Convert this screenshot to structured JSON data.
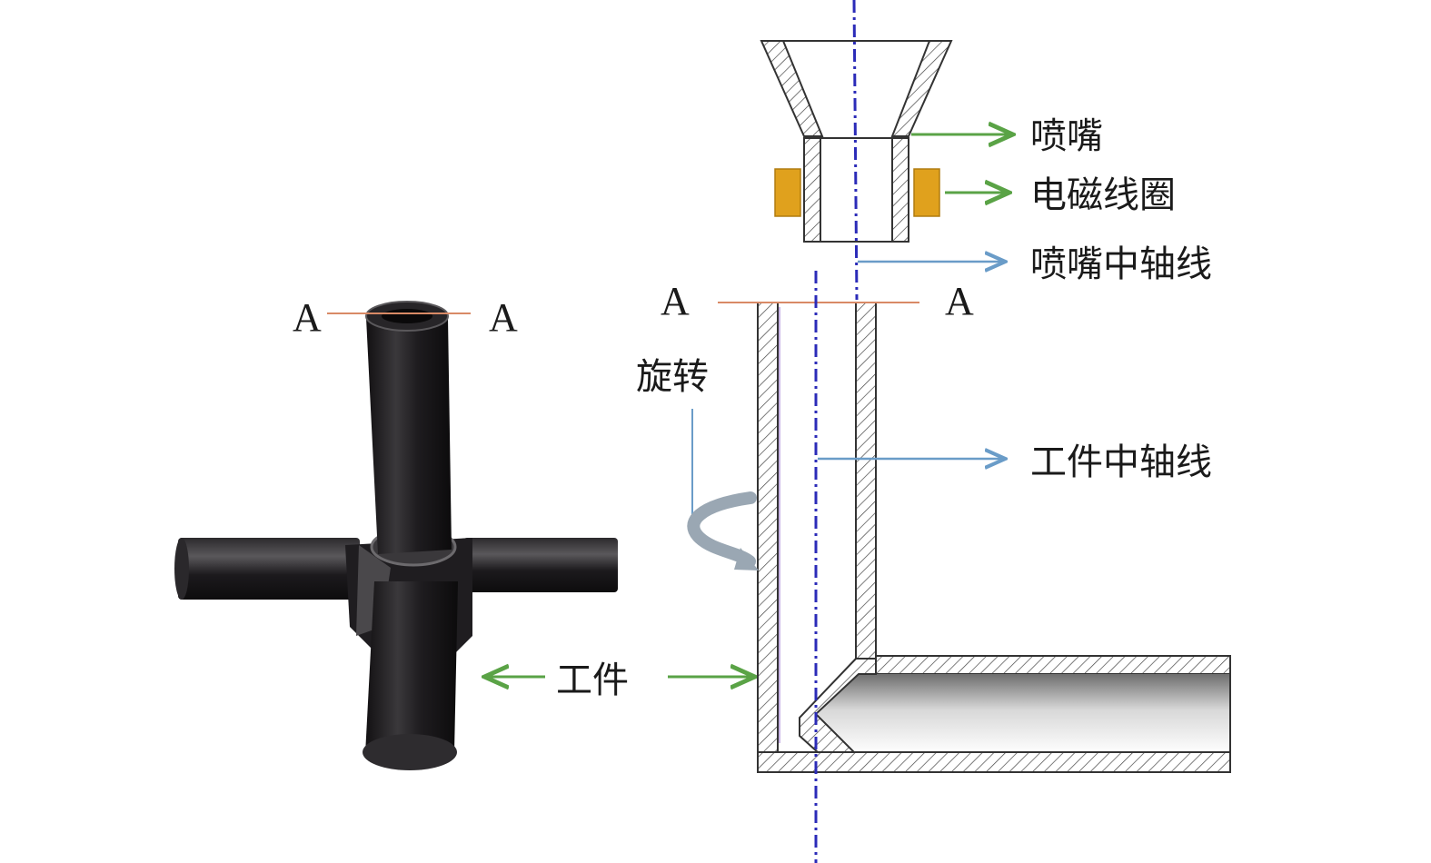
{
  "labels": {
    "nozzle": "喷嘴",
    "coil": "电磁线圈",
    "nozzle_axis": "喷嘴中轴线",
    "workpiece_axis": "工件中轴线",
    "rotation": "旋转",
    "workpiece": "工件",
    "section_left": "A",
    "section_right": "A"
  },
  "colors": {
    "green_arrow": "#5aa346",
    "blue_arrow": "#6a9cc8",
    "axis_line": "#2b2bb8",
    "coil_fill": "#e0a11d",
    "section_line": "#d98a66",
    "outline": "#333333",
    "photo_dark": "#1c1a1c"
  }
}
